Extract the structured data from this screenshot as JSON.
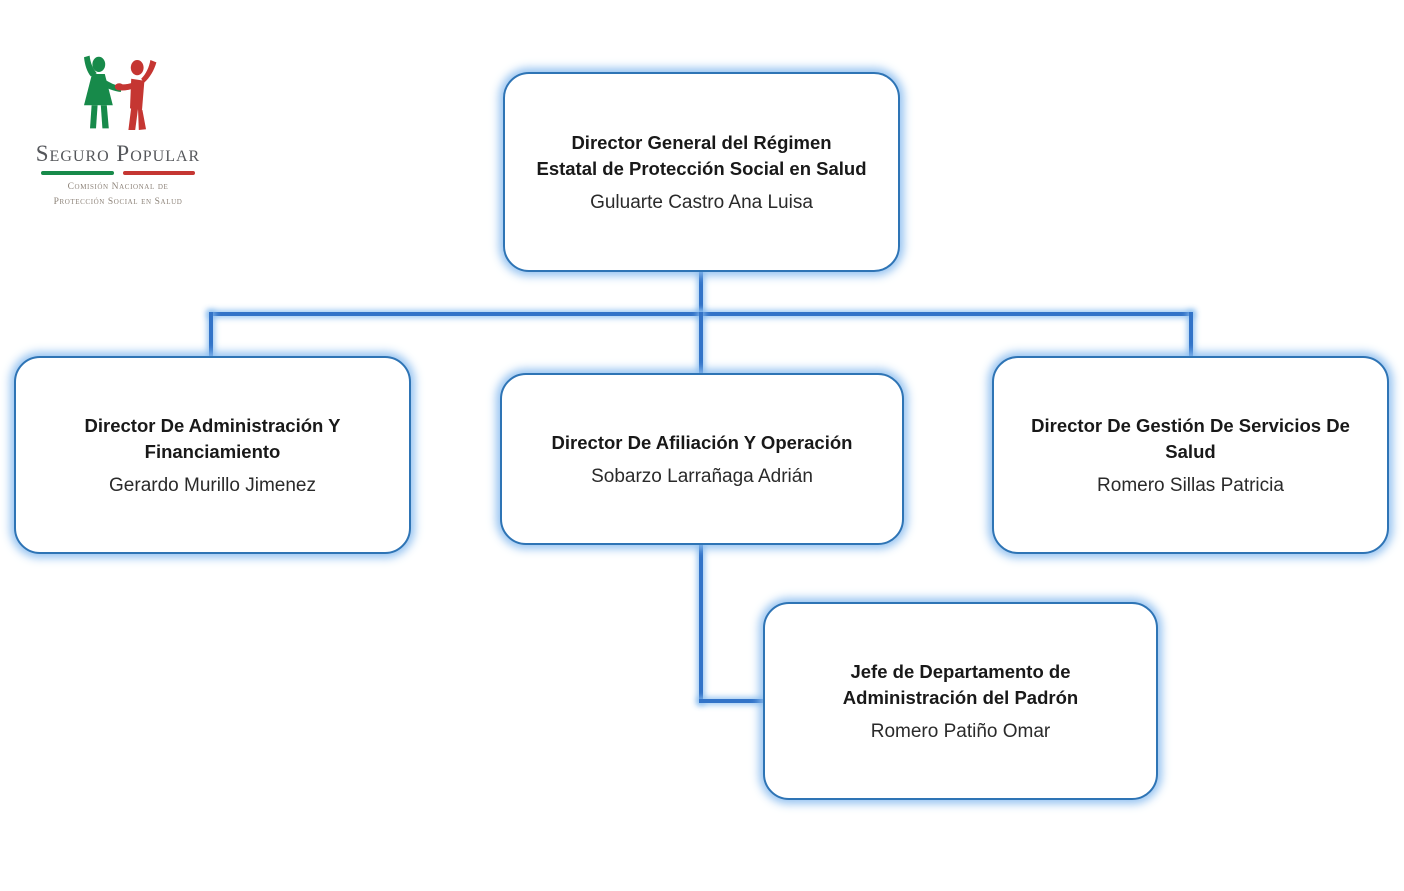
{
  "logo": {
    "brand": "Seguro Popular",
    "subtitle_line1": "Comisión Nacional de",
    "subtitle_line2": "Protección Social en Salud",
    "green": "#178A4A",
    "red": "#C53632",
    "brand_text_color": "#55575B",
    "subtitle_text_color": "#8D8379"
  },
  "chart": {
    "nodes": {
      "director_general": {
        "title": "Director General del Régimen Estatal de Protección Social en Salud",
        "title_lines": [
          "Director General del Régimen",
          "Estatal de Protección Social en Salud"
        ],
        "name": "Guluarte Castro Ana Luisa"
      },
      "admin_financiamiento": {
        "title": "Director De Administración Y Financiamiento",
        "title_lines": [
          "Director De Administración Y",
          "Financiamiento"
        ],
        "name": "Gerardo Murillo Jimenez"
      },
      "afiliacion_operacion": {
        "title": "Director De Afiliación Y Operación",
        "title_lines": [
          "Director De Afiliación Y Operación"
        ],
        "name": "Sobarzo Larrañaga Adrián"
      },
      "gestion_servicios": {
        "title": "Director De Gestión De Servicios De Salud",
        "title_lines": [
          "Director De Gestión De Servicios De",
          "Salud"
        ],
        "name": "Romero Sillas Patricia"
      },
      "jefe_padron": {
        "title": "Jefe de Departamento de Administración del Padrón",
        "title_lines": [
          "Jefe de Departamento de",
          "Administración del Padrón"
        ],
        "name": "Romero Patiño Omar"
      }
    },
    "colors": {
      "box_border": "#2E74B5",
      "connector": "#3273C8",
      "glow": "#8CBEF0"
    }
  }
}
